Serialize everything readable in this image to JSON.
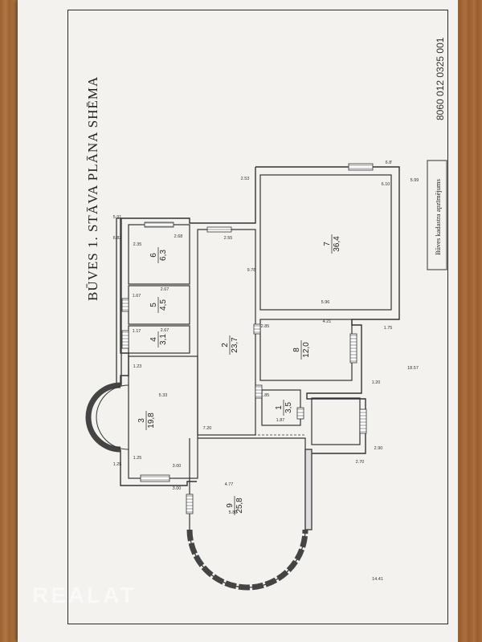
{
  "title": "BŪVES    1. STĀVA  PLĀNA  SHĒMA",
  "cadastre_label": "Būves kadastra apzīmējums",
  "cadastre_number": "8060  012  0325  001",
  "rooms": [
    {
      "no": "1",
      "area": "3,5"
    },
    {
      "no": "2",
      "area": "23,7"
    },
    {
      "no": "3",
      "area": "19,8"
    },
    {
      "no": "4",
      "area": "3,1"
    },
    {
      "no": "5",
      "area": "4,5"
    },
    {
      "no": "6",
      "area": "6,3"
    },
    {
      "no": "7",
      "area": "36,4"
    },
    {
      "no": "8",
      "area": "12,0"
    },
    {
      "no": "9",
      "area": "25,8"
    }
  ],
  "dimensions": [
    "5.91",
    "6.82",
    "2.35",
    "2.68",
    "2.55",
    "2.53",
    "6.8ʹ",
    "6.10",
    "5.99",
    "9.78",
    "5.96",
    "1.67",
    "2.67",
    "2.67",
    "1.17",
    "2.85",
    "4.21",
    "1.75",
    "1.23",
    "5.33",
    "1.85",
    "1.87",
    "1.20",
    "2.90",
    "2.70",
    "18.57",
    "7.20",
    "1.25",
    "1.25",
    "3.00",
    "3.00",
    "4.77",
    "5.80",
    "14.41"
  ],
  "watermark": "REALAT"
}
